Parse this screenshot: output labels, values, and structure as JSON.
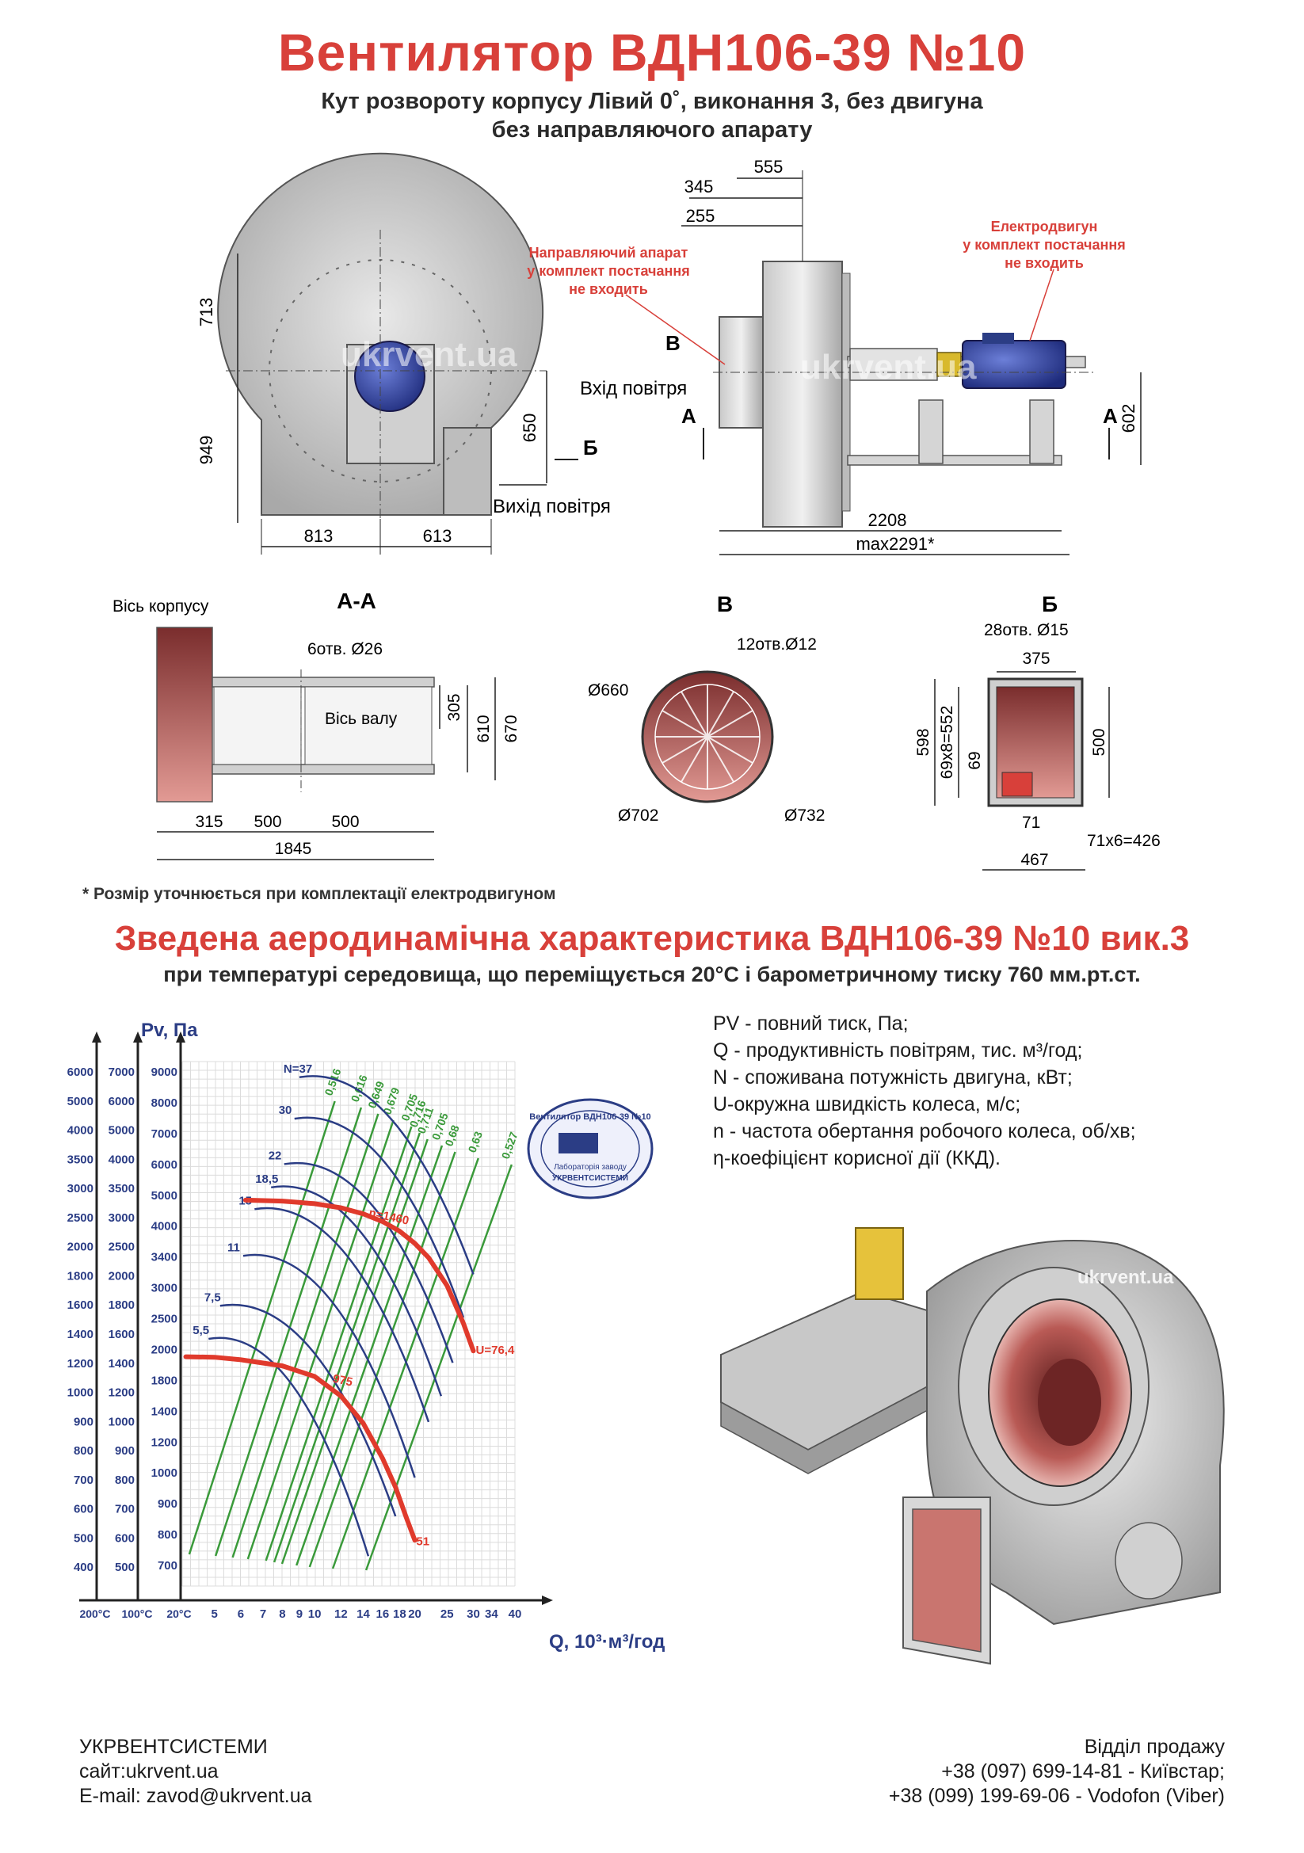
{
  "header": {
    "title": "Вентилятор  ВДН106-39 №10",
    "subtitle_line1": "Кут розвороту корпусу Лівий 0˚, виконання 3, без двигуна",
    "subtitle_line2": "без направляючого апарату"
  },
  "drawing": {
    "front_dims": {
      "h713": "713",
      "h949": "949",
      "h650": "650",
      "w813": "813",
      "w613": "613"
    },
    "side_dims": {
      "d345": "345",
      "d555": "555",
      "d255": "255",
      "d602": "602",
      "d2208": "2208",
      "dmax": "max2291*"
    },
    "labels": {
      "guide_note_1": "Направляючий апарат",
      "guide_note_2": "у комплект постачання",
      "guide_note_3": "не входить",
      "motor_note_1": "Електродвигун",
      "motor_note_2": "у комплект постачання",
      "motor_note_3": "не входить",
      "air_in": "Вхід повітря",
      "air_out": "Вихід повітря",
      "mark_b_latin": "В",
      "mark_a": "А",
      "mark_b": "Б"
    },
    "section_aa": {
      "title": "А-А",
      "axis_body": "Вісь корпусу",
      "holes": "6отв. Ø26",
      "axis_shaft": "Вісь валу",
      "d305": "305",
      "d610": "610",
      "d670": "670",
      "d315": "315",
      "d500a": "500",
      "d500b": "500",
      "d1845": "1845"
    },
    "section_v": {
      "title": "В",
      "holes": "12отв.Ø12",
      "d660": "Ø660",
      "d702": "Ø702",
      "d732": "Ø732"
    },
    "section_b": {
      "title": "Б",
      "holes": "28отв. Ø15",
      "d375": "375",
      "d598": "598",
      "d69x8": "69x8=552",
      "d69": "69",
      "d500": "500",
      "d71": "71",
      "d71x6": "71x6=426",
      "d467": "467"
    },
    "watermark": "ukrvent.ua"
  },
  "footnote": "* Розмір уточнюється при комплектації електродвигуном",
  "chart_section": {
    "title": "Зведена аеродинамічна характеристика ВДН106-39 №10 вик.3",
    "subtitle": "при температурі середовища, що переміщується 20°С і барометричному тиску 760 мм.рт.ст."
  },
  "legend_text": [
    "PV - повний тиск, Па;",
    "Q - продуктивність повітрям, тис. м³/год;",
    "N - споживана потужність двигуна, кВт;",
    "U-окружна швидкість колеса, м/с;",
    "n - частота обертання робочого колеса, об/хв;",
    "η-коефіцієнт корисної дії (ККД)."
  ],
  "stamp": {
    "line1": "Вентилятор ВДН106-39 №10",
    "line2": "Лабораторія заводу",
    "line3": "УКРВЕНТСИСТЕМИ"
  },
  "chart_data": {
    "type": "line",
    "y_title": "Pv, Па",
    "x_label": "Q, 10³·м³/год",
    "x_scale": "log",
    "y_scale": "log",
    "x_ticks": [
      5,
      6,
      7,
      8,
      9,
      10,
      12,
      14,
      16,
      18,
      20,
      25,
      30,
      34,
      40
    ],
    "x_temps": [
      "200°C",
      "100°C",
      "20°C"
    ],
    "y_axis_200": [
      "6000",
      "5000",
      "4000",
      "3500",
      "3000",
      "2500",
      "2000",
      "1800",
      "1600",
      "1400",
      "1200",
      "1000",
      "900",
      "800",
      "700",
      "600",
      "500",
      "400"
    ],
    "y_axis_100": [
      "7000",
      "6000",
      "5000",
      "4000",
      "3500",
      "3000",
      "2500",
      "2000",
      "1800",
      "1600",
      "1400",
      "1200",
      "1000",
      "900",
      "800",
      "700",
      "600",
      "500"
    ],
    "y_axis_20": [
      "9000",
      "8000",
      "7000",
      "6000",
      "5000",
      "4000",
      "3400",
      "3000",
      "2500",
      "2000",
      "1800",
      "1400",
      "1200",
      "1000",
      "900",
      "800",
      "700"
    ],
    "power_labels": [
      "N=37",
      "30",
      "22",
      "18,5",
      "15",
      "11",
      "7,5",
      "5,5"
    ],
    "efficiency_labels": [
      "0,516",
      "0,616",
      "0,649",
      "0,679",
      "0,705",
      "0,716",
      "0,711",
      "0,705",
      "0,68",
      "0,63",
      "0,527"
    ],
    "speed_label_top": "n=1460",
    "speed_label_bottom": "975",
    "u_top": "U=76,4",
    "u_bottom": "51",
    "series": [
      {
        "name": "n=1460",
        "color": "#e03a2c",
        "x": [
          6.2,
          8,
          10,
          12,
          14,
          16,
          18,
          20,
          22,
          25,
          28,
          30
        ],
        "y": [
          4400,
          4380,
          4320,
          4230,
          4100,
          3940,
          3750,
          3520,
          3270,
          2830,
          2330,
          2020
        ]
      },
      {
        "name": "975",
        "color": "#e03a2c",
        "x": [
          4.1,
          5,
          6,
          8,
          10,
          12,
          14,
          16,
          17.5,
          18.8,
          20
        ],
        "y": [
          1960,
          1955,
          1930,
          1870,
          1770,
          1600,
          1390,
          1160,
          1000,
          860,
          760
        ]
      }
    ],
    "power_curves": [
      {
        "label": "N=37",
        "x": [
          9,
          30
        ],
        "y": [
          8300,
          3000
        ]
      },
      {
        "label": "30",
        "x": [
          8.7,
          28
        ],
        "y": [
          6700,
          2400
        ]
      },
      {
        "label": "22",
        "x": [
          8.1,
          26
        ],
        "y": [
          5300,
          1900
        ]
      },
      {
        "label": "18,5",
        "x": [
          7.4,
          24
        ],
        "y": [
          4700,
          1600
        ]
      },
      {
        "label": "15",
        "x": [
          6.6,
          22
        ],
        "y": [
          4200,
          1400
        ]
      },
      {
        "label": "11",
        "x": [
          6.1,
          20
        ],
        "y": [
          3300,
          1050
        ]
      },
      {
        "label": "7,5",
        "x": [
          5.2,
          17.5
        ],
        "y": [
          2550,
          860
        ]
      },
      {
        "label": "5,5",
        "x": [
          4.8,
          14.5
        ],
        "y": [
          2150,
          700
        ]
      }
    ],
    "colors": {
      "pressure": "#e03a2c",
      "power": "#2b3d85",
      "efficiency": "#3a9a3a",
      "axis": "#2b3d85"
    }
  },
  "footer": {
    "company": "УКРВЕНТСИСТЕМИ",
    "site": "сайт:ukrvent.ua",
    "email": "E-mail: zavod@ukrvent.ua",
    "sales_title": "Відділ продажу",
    "phone1": "+38 (097) 699-14-81 - Київстар;",
    "phone2": "+38 (099) 199-69-06 - Vodofon (Viber)"
  }
}
